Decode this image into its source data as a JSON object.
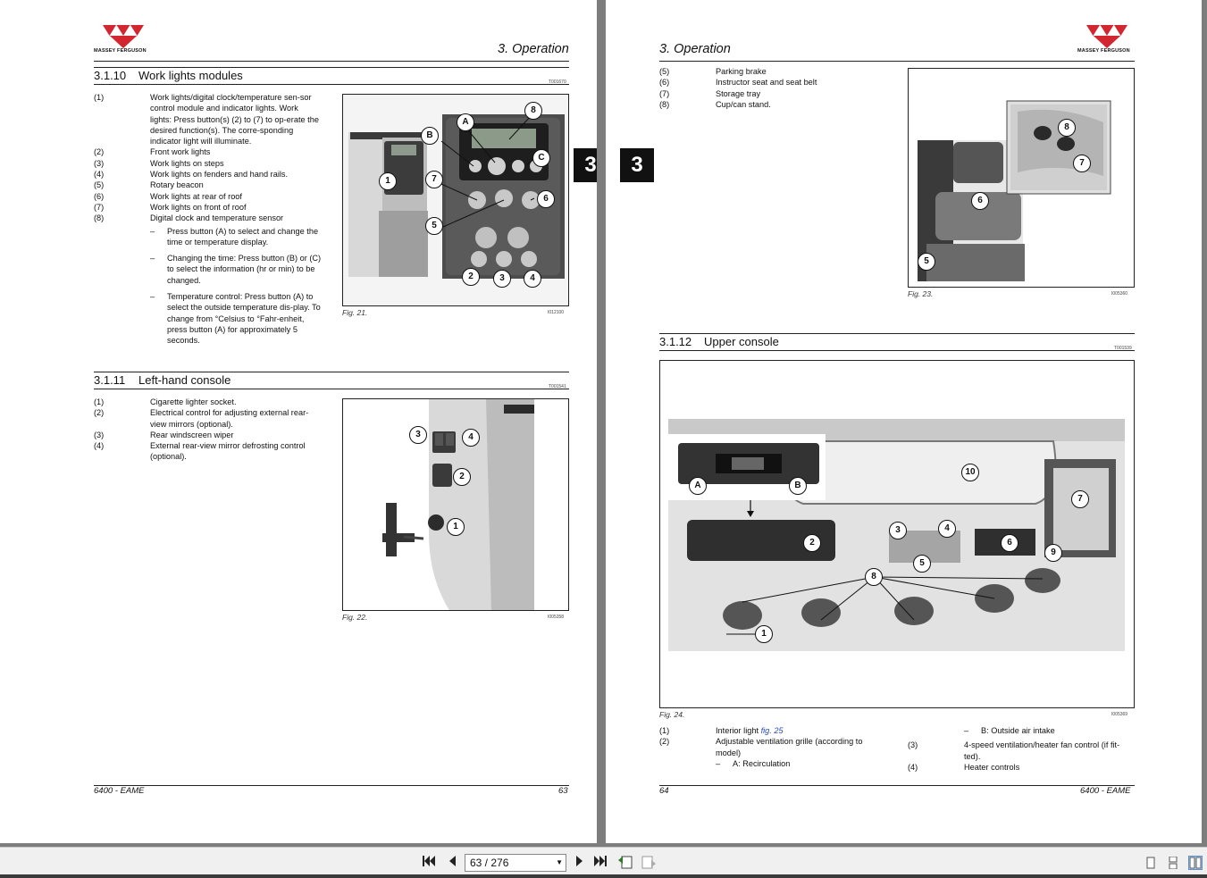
{
  "viewer": {
    "page_indicator": "63 / 276",
    "colors": {
      "accent": "#d22630",
      "page": "#ffffff",
      "viewer_bg": "#7d7d7d"
    }
  },
  "left_page": {
    "brand": "MASSEY FERGUSON",
    "section": "3. Operation",
    "s1": {
      "number": "3.1.10",
      "title": "Work lights modules",
      "code": "T001670",
      "items": [
        {
          "n": "(1)",
          "t": "Work lights/digital clock/temperature sen-sor control module and indicator lights. Work lights: Press button(s) (2) to (7) to op-erate the desired function(s). The corre-sponding indicator light will illuminate."
        },
        {
          "n": "(2)",
          "t": "Front work lights"
        },
        {
          "n": "(3)",
          "t": "Work lights on steps"
        },
        {
          "n": "(4)",
          "t": "Work lights on fenders and hand rails."
        },
        {
          "n": "(5)",
          "t": "Rotary beacon"
        },
        {
          "n": "(6)",
          "t": "Work lights at rear of roof"
        },
        {
          "n": "(7)",
          "t": "Work lights on front of roof"
        },
        {
          "n": "(8)",
          "t": "Digital clock and temperature sensor"
        }
      ],
      "subs": [
        "Press button (A) to select and change the time or temperature display.",
        "Changing the time: Press button (B) or (C) to select the information (hr or min) to be changed.",
        "Temperature control: Press button (A) to select the outside temperature dis-play. To change from °Celsius to °Fahr-enheit, press button (A) for approximately 5 seconds."
      ],
      "fig_caption": "Fig. 21.",
      "fig_id": "I012100",
      "callouts": [
        "A",
        "8",
        "B",
        "C",
        "1",
        "7",
        "6",
        "5",
        "2",
        "3",
        "4"
      ]
    },
    "s2": {
      "number": "3.1.11",
      "title": "Left-hand console",
      "code": "T001541",
      "items": [
        {
          "n": "(1)",
          "t": "Cigarette lighter socket."
        },
        {
          "n": "(2)",
          "t": "Electrical control for adjusting external rear-view mirrors (optional)."
        },
        {
          "n": "(3)",
          "t": "Rear windscreen wiper"
        },
        {
          "n": "(4)",
          "t": "External rear-view mirror defrosting control (optional)."
        }
      ],
      "fig_caption": "Fig. 22.",
      "fig_id": "I005358",
      "callouts": [
        "3",
        "4",
        "2",
        "1"
      ]
    },
    "footer_left": "6400 - EAME",
    "footer_right": "63",
    "chapter_tab": "3"
  },
  "right_page": {
    "brand": "MASSEY FERGUSON",
    "section": "3. Operation",
    "top_items": [
      {
        "n": "(5)",
        "t": "Parking brake"
      },
      {
        "n": "(6)",
        "t": "Instructor seat and seat belt"
      },
      {
        "n": "(7)",
        "t": "Storage tray"
      },
      {
        "n": "(8)",
        "t": "Cup/can stand."
      }
    ],
    "fig23": {
      "caption": "Fig. 23.",
      "id": "I005360",
      "callouts": [
        "8",
        "7",
        "6",
        "5"
      ]
    },
    "s3": {
      "number": "3.1.12",
      "title": "Upper console",
      "code": "T001539"
    },
    "fig24": {
      "caption": "Fig. 24.",
      "id": "I005369",
      "callouts": [
        "A",
        "B",
        "10",
        "7",
        "2",
        "3",
        "4",
        "5",
        "6",
        "9",
        "8",
        "1"
      ]
    },
    "bottom_left": [
      {
        "n": "(1)",
        "t": "Interior light ",
        "link": "fig. 25"
      },
      {
        "n": "(2)",
        "t": "Adjustable ventilation grille (according to model)"
      }
    ],
    "bottom_left_sub": "A: Recirculation",
    "bottom_right_sub": "B: Outside air intake",
    "bottom_right": [
      {
        "n": "(3)",
        "t": "4-speed ventilation/heater fan control (if fit-ted)."
      },
      {
        "n": "(4)",
        "t": "Heater controls"
      }
    ],
    "footer_left": "64",
    "footer_right": "6400 - EAME",
    "chapter_tab": "3"
  }
}
